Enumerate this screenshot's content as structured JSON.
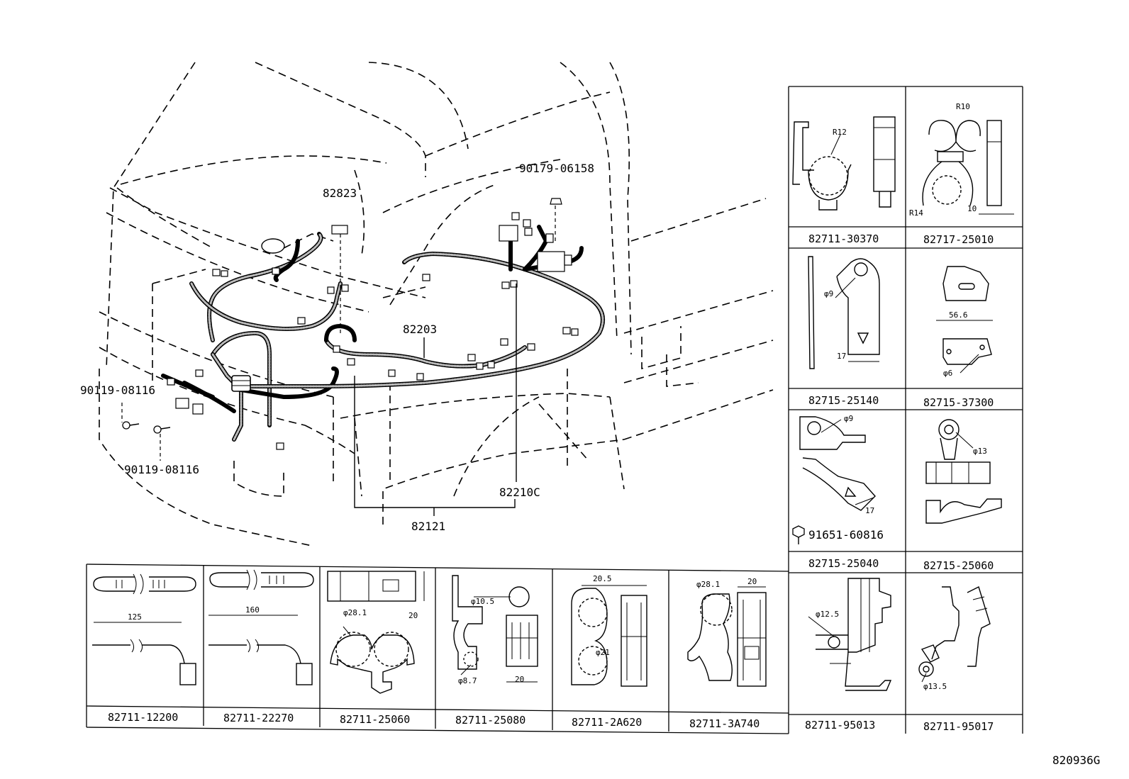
{
  "main": {
    "labels": [
      "90179-06158",
      "82823",
      "82203",
      "90119-08116",
      "90119-08116",
      "82210C",
      "82121"
    ]
  },
  "right_panel": [
    {
      "part": "82711-30370",
      "dims": [
        "R12"
      ]
    },
    {
      "part": "82717-25010",
      "dims": [
        "R10",
        "R14",
        "10"
      ]
    },
    {
      "part": "82715-25140",
      "dims": [
        "φ9",
        "17"
      ]
    },
    {
      "part": "82715-37300",
      "dims": [
        "56.6",
        "φ6"
      ]
    },
    {
      "part": "82715-25040",
      "dims": [
        "φ9",
        "17"
      ],
      "bolt": "91651-60816"
    },
    {
      "part": "82715-25060",
      "dims": [
        "φ13"
      ]
    },
    {
      "part": "82711-95013",
      "dims": [
        "φ12.5"
      ]
    },
    {
      "part": "82711-95017",
      "dims": [
        "φ13.5"
      ]
    }
  ],
  "bottom_panel": [
    {
      "part": "82711-12200",
      "dims": [
        "125"
      ]
    },
    {
      "part": "82711-22270",
      "dims": [
        "160"
      ]
    },
    {
      "part": "82711-25060",
      "dims": [
        "φ28.1",
        "20"
      ]
    },
    {
      "part": "82711-25080",
      "dims": [
        "φ10.5",
        "φ8.7",
        "20"
      ]
    },
    {
      "part": "82711-2A620",
      "dims": [
        "20.5",
        "φ21"
      ]
    },
    {
      "part": "82711-3A740",
      "dims": [
        "φ28.1",
        "20"
      ]
    }
  ],
  "figure_id": "820936G"
}
